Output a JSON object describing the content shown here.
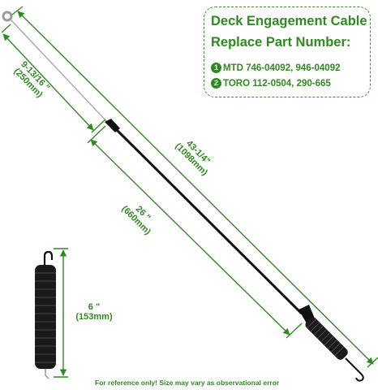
{
  "info_box": {
    "title_line1": "Deck Engagement Cable",
    "title_line2": "Replace Part Number:",
    "parts": [
      {
        "badge": "1",
        "text": "MTD 746-04092, 946-04092"
      },
      {
        "badge": "2",
        "text": "TORO 112-0504, 290-665"
      }
    ]
  },
  "dimensions": {
    "wire": {
      "value": "9-13/16 \"",
      "metric": "(250mm)"
    },
    "total": {
      "value": "43-1/4\"",
      "metric": "(1098mm)"
    },
    "rod": {
      "value": "26 \"",
      "metric": "(660mm)"
    },
    "spring": {
      "value": "6 \"",
      "metric": "(153mm)"
    }
  },
  "footnote": "For reference only! Size may vary as observational error",
  "colors": {
    "accent": "#2f8a1f",
    "rod": "#111111",
    "wire": "#9a9a9a"
  }
}
